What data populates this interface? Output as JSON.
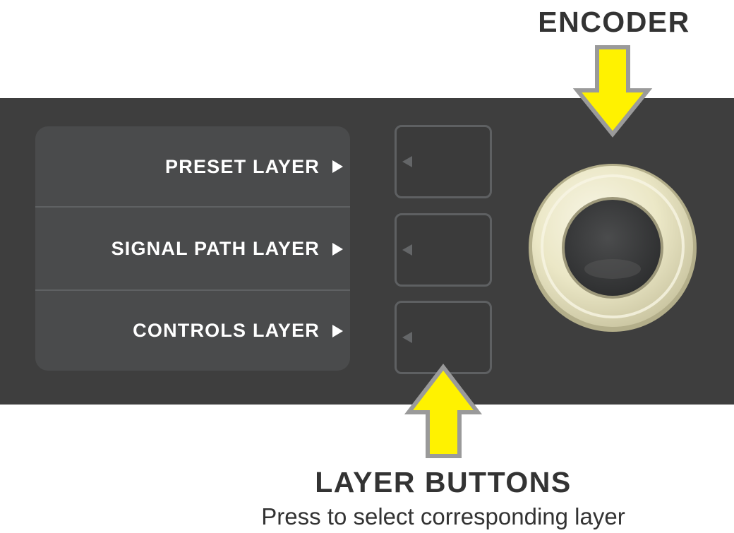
{
  "screen": {
    "layers": [
      {
        "label": "PRESET LAYER"
      },
      {
        "label": "SIGNAL PATH LAYER"
      },
      {
        "label": "CONTROLS LAYER"
      }
    ]
  },
  "callouts": {
    "encoder": {
      "label": "ENCODER"
    },
    "layer_buttons": {
      "label": "LAYER BUTTONS",
      "caption": "Press to select corresponding layer"
    }
  },
  "colors": {
    "panel": "#3e3e3e",
    "screen": "#4a4b4c",
    "arrow_fill": "#fff200",
    "arrow_outline": "#9a9a9a",
    "encoder_ring": "#ece8c8",
    "encoder_knob": "#3a3b3c",
    "text_dark": "#333333",
    "text_light": "#ffffff"
  },
  "icons": {
    "layer_pointer": "triangle-right-icon",
    "button_pointer": "triangle-left-icon",
    "callout_arrow": "arrow-icon"
  }
}
